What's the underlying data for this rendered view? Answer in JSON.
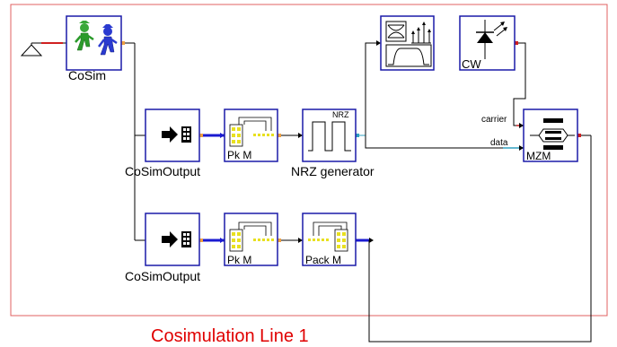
{
  "group": {
    "title": "Cosimulation Line 1",
    "border_color": "#e06060",
    "title_color": "#e00000"
  },
  "blocks": {
    "cosim": "CoSim",
    "output1": "CoSimOutput",
    "output2": "CoSimOutput",
    "pkm1": "Pk M",
    "pkm2": "Pk M",
    "packm": "Pack M",
    "nrz_inner": "NRZ",
    "nrz": "NRZ generator",
    "cw": "CW",
    "mzm": "MZM"
  },
  "ports": {
    "carrier": "carrier",
    "data": "data"
  },
  "colors": {
    "block_border": "#1a1aa8",
    "wire_blue": "#1a1ad0",
    "wire_black": "#000000",
    "port_orange": "#f0a040"
  }
}
